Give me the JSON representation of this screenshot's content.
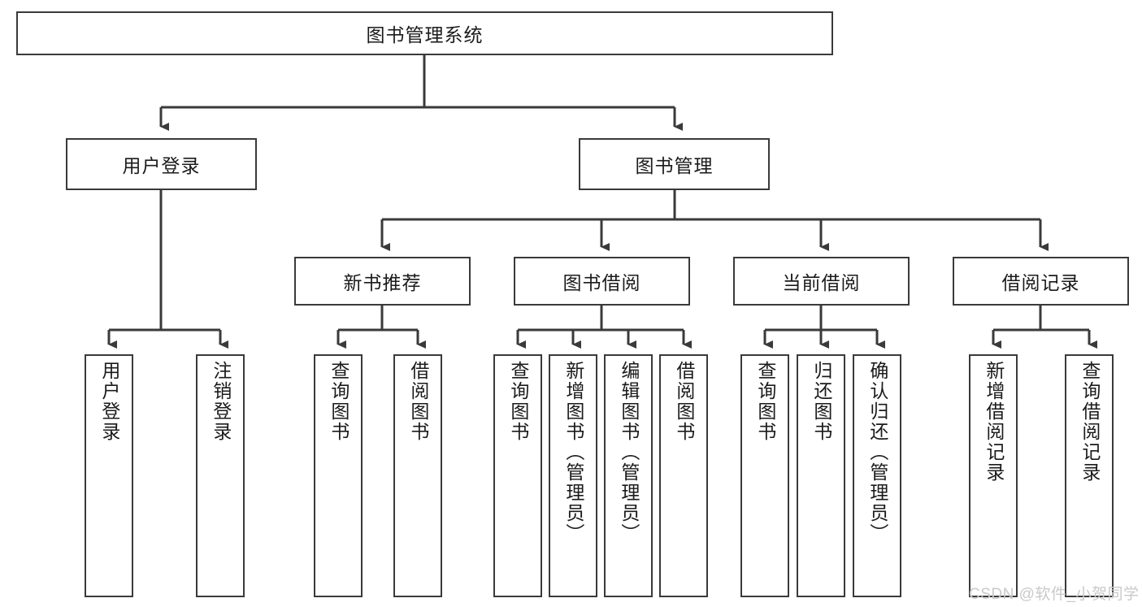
{
  "diagram": {
    "type": "tree-hierarchy-chart",
    "title": "图书管理系统",
    "watermark": "CSDN @软件_小贺同学",
    "style": {
      "box_border_color": "#3a3a3a",
      "box_fill": "#ffffff",
      "line_color": "#3a3a3a",
      "text_color": "#1b1b1b",
      "watermark_color": "#c9c9c9",
      "background": "#ffffff"
    },
    "root": {
      "label": "图书管理系统",
      "orientation": "horizontal"
    },
    "level1": [
      {
        "label": "用户登录",
        "orientation": "horizontal"
      },
      {
        "label": "图书管理",
        "orientation": "horizontal"
      }
    ],
    "level2": [
      {
        "label": "新书推荐",
        "orientation": "horizontal",
        "parent": "图书管理"
      },
      {
        "label": "图书借阅",
        "orientation": "horizontal",
        "parent": "图书管理"
      },
      {
        "label": "当前借阅",
        "orientation": "horizontal",
        "parent": "图书管理"
      },
      {
        "label": "借阅记录",
        "orientation": "horizontal",
        "parent": "图书管理"
      }
    ],
    "leaves": {
      "user_login": [
        {
          "label": "用户登录",
          "orientation": "vertical"
        },
        {
          "label": "注销登录",
          "orientation": "vertical"
        }
      ],
      "new_book_recommend": [
        {
          "label": "查询图书",
          "orientation": "vertical"
        },
        {
          "label": "借阅图书",
          "orientation": "vertical"
        }
      ],
      "book_borrow": [
        {
          "label": "查询图书",
          "orientation": "vertical"
        },
        {
          "label": "新增图书（管理员）",
          "orientation": "vertical"
        },
        {
          "label": "编辑图书（管理员）",
          "orientation": "vertical"
        },
        {
          "label": "借阅图书",
          "orientation": "vertical"
        }
      ],
      "current_borrow": [
        {
          "label": "查询图书",
          "orientation": "vertical"
        },
        {
          "label": "归还图书",
          "orientation": "vertical"
        },
        {
          "label": "确认归还（管理员）",
          "orientation": "vertical"
        }
      ],
      "borrow_record": [
        {
          "label": "新增借阅记录",
          "orientation": "vertical"
        },
        {
          "label": "查询借阅记录",
          "orientation": "vertical"
        }
      ]
    }
  }
}
